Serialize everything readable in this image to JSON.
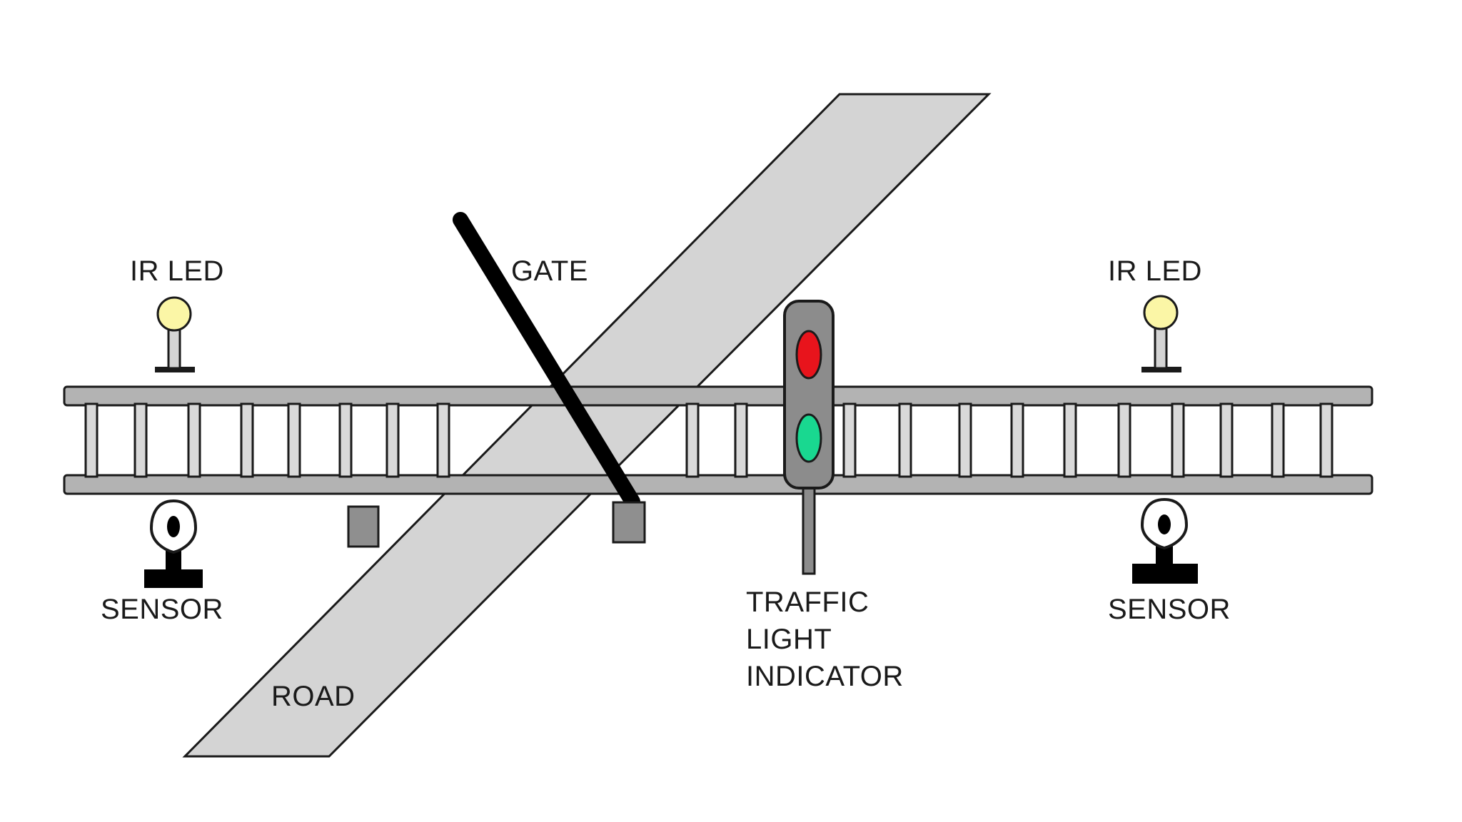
{
  "labels": {
    "ir_led_left": "IR LED",
    "ir_led_right": "IR LED",
    "gate": "GATE",
    "sensor_left": "SENSOR",
    "sensor_right": "SENSOR",
    "road": "ROAD",
    "traffic_line1": "TRAFFIC",
    "traffic_line2": "LIGHT",
    "traffic_line3": "INDICATOR"
  },
  "colors": {
    "road_fill": "#d4d4d4",
    "rail_fill": "#b3b3b3",
    "outline": "#1a1a1a",
    "gate_bar": "#000000",
    "led_bulb": "#fbf6a6",
    "signal_housing": "#8c8c8c",
    "signal_red": "#e8141c",
    "signal_green": "#19d890",
    "block_fill": "#8f8f8f"
  },
  "icons": {
    "ir_led": "ir-led-icon",
    "sensor": "ir-sensor-icon",
    "traffic_light": "traffic-light-icon",
    "gate": "gate-barrier-icon"
  }
}
